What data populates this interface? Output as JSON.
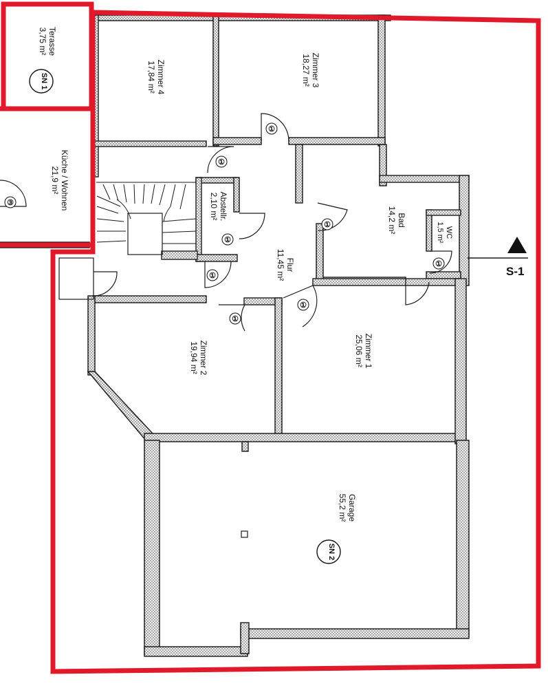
{
  "rooms": {
    "terasse": {
      "name": "Terasse",
      "area": "3,75 m²"
    },
    "kueche": {
      "name": "Küche / Wohnen",
      "area": "21,9 m²"
    },
    "zimmer4": {
      "name": "Zimmer 4",
      "area": "17,84 m²"
    },
    "zimmer3": {
      "name": "Zimmer 3",
      "area": "18,27 m²"
    },
    "abstellr": {
      "name": "Abstellr.",
      "area": "2,10 m²"
    },
    "flur": {
      "name": "Flur",
      "area": "11,45 m²"
    },
    "bad": {
      "name": "Bad",
      "area": "14,2 m²"
    },
    "wc": {
      "name": "WC",
      "area": "1,5 m²"
    },
    "zimmer2": {
      "name": "Zimmer 2",
      "area": "19,94 m²"
    },
    "zimmer1": {
      "name": "Zimmer 1",
      "area": "25,06 m²"
    },
    "garage": {
      "name": "Garage",
      "area": "55,2 m²"
    }
  },
  "badges": {
    "sn1": "SN 1",
    "sn2": "SN 2"
  },
  "door_marks": {
    "d1": "①",
    "d3": "③"
  },
  "section": {
    "label": "S-1"
  },
  "colors": {
    "outline": "#e0192b",
    "wall": "#1a1a1a"
  }
}
